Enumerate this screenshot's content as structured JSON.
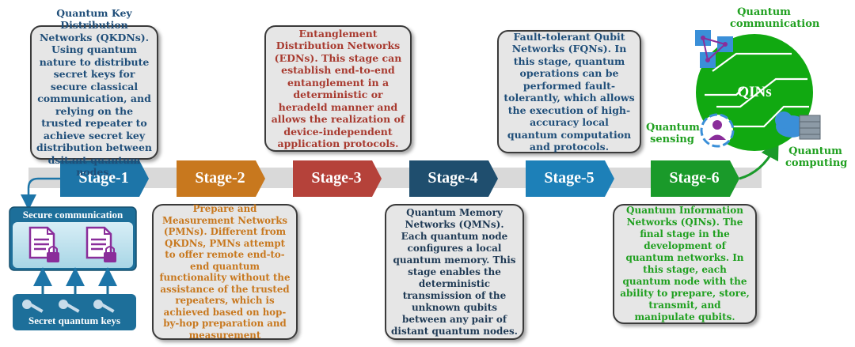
{
  "stages": [
    {
      "label": "Stage-1",
      "color": "#1d75a8"
    },
    {
      "label": "Stage-2",
      "color": "#c8781e"
    },
    {
      "label": "Stage-3",
      "color": "#b5423a"
    },
    {
      "label": "Stage-4",
      "color": "#1f4e6e"
    },
    {
      "label": "Stage-5",
      "color": "#1d80b8"
    },
    {
      "label": "Stage-6",
      "color": "#1a9a2a"
    }
  ],
  "descriptions": {
    "qkdn": "Quantum Key Distribution Networks (QKDNs). Using quantum nature to distribute secret keys for secure classical communication, and relying on the trusted repeater to achieve secret key distribution between dsitant quantum nodes.",
    "pmn": "Prepare and Measurement Networks (PMNs). Different from QKDNs, PMNs attempt to offer remote end-to-end quantum functionality without the assistance of the trusted repeaters, which is achieved based on hop-by-hop preparation and measurement",
    "edn": "Entanglement Distribution Networks (EDNs). This stage can establish end-to-end entanglement in a deterministic or heradeld manner and allows the realization of device-independent application protocols.",
    "qmn": "Quantum Memory Networks (QMNs). Each quantum node configures a local quantum memory. This stage enables the deterministic transmission of the unknown qubits between any pair of distant quantum nodes.",
    "fqn": "Fault-tolerant Qubit Networks (FQNs). In this stage, quantum operations can be performed fault-tolerantly, which allows the execution of high-accuracy local quantum computation and protocols.",
    "qin": "Quantum Information Networks (QINs). The final stage in the development of quantum networks. In this stage, each quantum node with the ability to prepare, store, transmit, and manipulate qubits."
  },
  "secure_panel": {
    "title": "Secure communication",
    "keys_label": "Secret quantum keys"
  },
  "qins": {
    "center": "QINs",
    "communication": "Quantum communication",
    "sensing": "Quantum sensing",
    "computing": "Quantum computing"
  }
}
